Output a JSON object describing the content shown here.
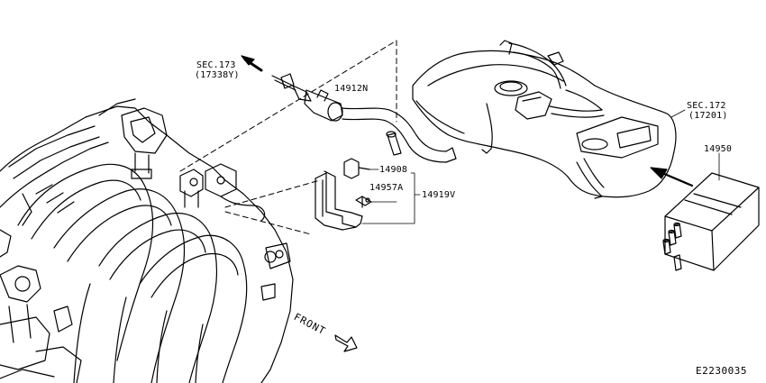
{
  "labels": {
    "sec173_title": "SEC.173",
    "sec173_ref": "(17338Y)",
    "part_14912N": "14912N",
    "sec172_title": "SEC.172",
    "sec172_ref": "(17201)",
    "part_14950": "14950",
    "part_14908": "14908",
    "part_14957A": "14957A",
    "part_14919V": "14919V",
    "front": "FRONT",
    "figure_code": "E2230035"
  },
  "colors": {
    "line": "#000000",
    "background": "#ffffff"
  }
}
